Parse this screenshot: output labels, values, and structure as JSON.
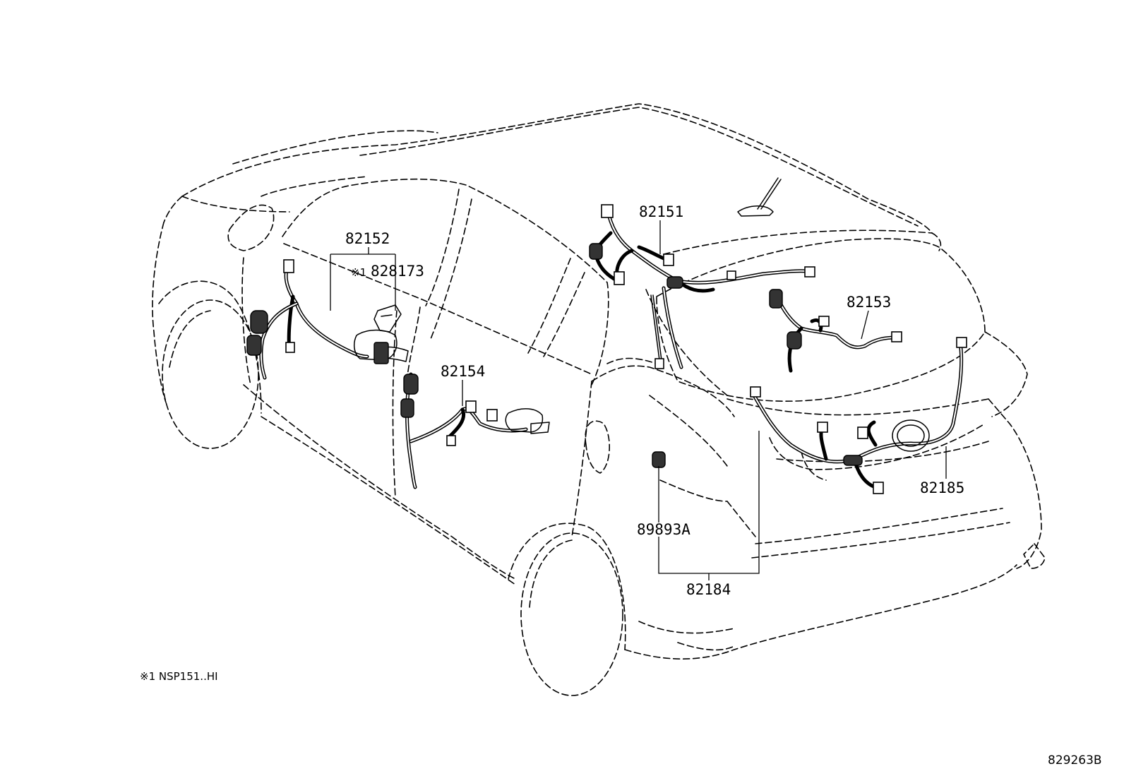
{
  "diagram": {
    "labels": {
      "p82151": "82151",
      "p82152": "82152",
      "p828173": "828173",
      "p82153": "82153",
      "p82154": "82154",
      "p82185": "82185",
      "p89893A": "89893A",
      "p82184": "82184"
    },
    "note_marker": "※1",
    "footnote": "※1 NSP151..HI",
    "drawing_code": "829263B"
  }
}
